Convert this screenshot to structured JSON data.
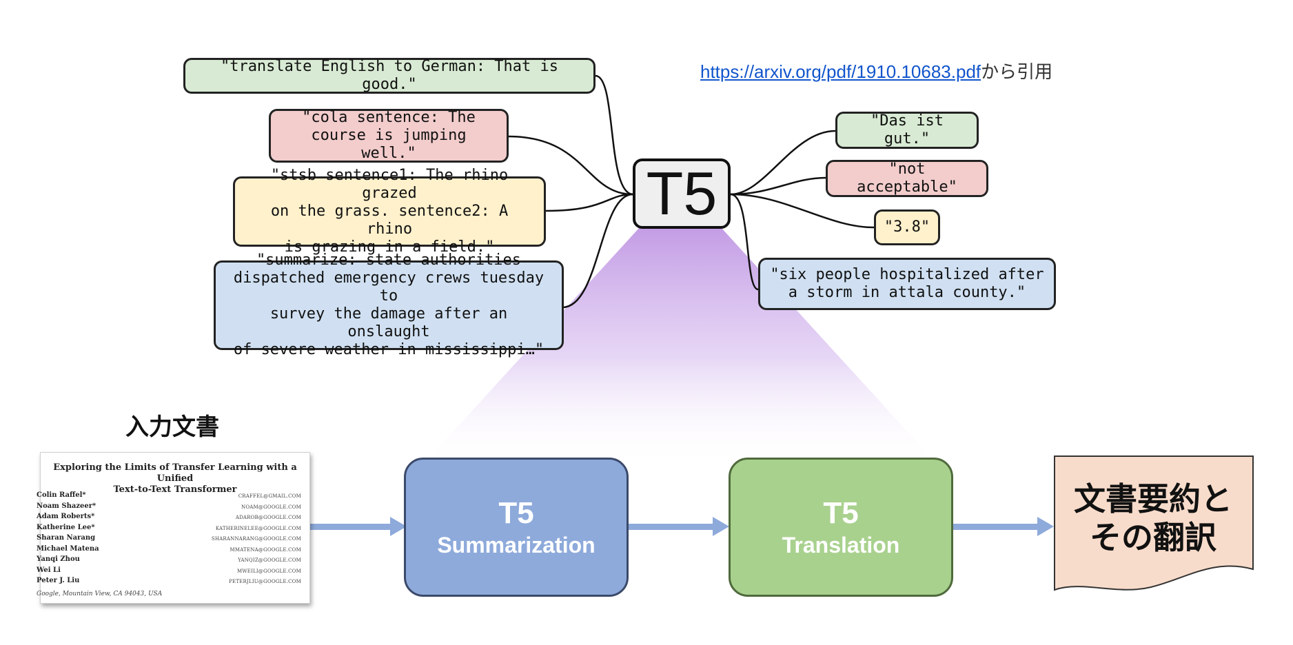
{
  "citation": {
    "url_text": "https://arxiv.org/pdf/1910.10683.pdf",
    "suffix": "から引用"
  },
  "model_label": "T5",
  "inputs": [
    {
      "text": "\"translate English to German: That is good.\"",
      "color": "#d8ead3"
    },
    {
      "text": "\"cola sentence: The\ncourse is jumping well.\"",
      "color": "#f3cccc"
    },
    {
      "text": "\"stsb sentence1: The rhino grazed\non the grass. sentence2: A rhino\nis grazing in a field.\"",
      "color": "#fff1cc"
    },
    {
      "text": "\"summarize: state authorities\ndispatched emergency crews tuesday to\nsurvey the damage after an onslaught\nof severe weather in mississippi…\"",
      "color": "#d0e0f2"
    }
  ],
  "outputs": [
    {
      "text": "\"Das ist gut.\"",
      "color": "#d8ead3"
    },
    {
      "text": "\"not acceptable\"",
      "color": "#f3cccc"
    },
    {
      "text": "\"3.8\"",
      "color": "#fff1cc"
    },
    {
      "text": "\"six people hospitalized after\na storm in attala county.\"",
      "color": "#d0e0f2"
    }
  ],
  "pipeline": {
    "input_label": "入力文書",
    "paper": {
      "title": "Exploring the Limits of Transfer Learning with a Unified\nText-to-Text Transformer",
      "authors": [
        {
          "name": "Colin Raffel*",
          "email": "CRAFFEL@GMAIL.COM"
        },
        {
          "name": "Noam Shazeer*",
          "email": "NOAM@GOOGLE.COM"
        },
        {
          "name": "Adam Roberts*",
          "email": "ADAROB@GOOGLE.COM"
        },
        {
          "name": "Katherine Lee*",
          "email": "KATHERINELEE@GOOGLE.COM"
        },
        {
          "name": "Sharan Narang",
          "email": "SHARANNARANG@GOOGLE.COM"
        },
        {
          "name": "Michael Matena",
          "email": "MMATENA@GOOGLE.COM"
        },
        {
          "name": "Yanqi Zhou",
          "email": "YANQIZ@GOOGLE.COM"
        },
        {
          "name": "Wei Li",
          "email": "MWEILI@GOOGLE.COM"
        },
        {
          "name": "Peter J. Liu",
          "email": "PETERJLIU@GOOGLE.COM"
        }
      ],
      "affiliation": "Google, Mountain View, CA 94043, USA"
    },
    "stage1": {
      "title": "T5",
      "subtitle": "Summarization",
      "color": "#8eaadb"
    },
    "stage2": {
      "title": "T5",
      "subtitle": "Translation",
      "color": "#a9d18e"
    },
    "output_label": "文書要約と\nその翻訳",
    "output_color": "#f8dccb",
    "arrow_color": "#8eaadb"
  },
  "cone_color": "#b98be0"
}
